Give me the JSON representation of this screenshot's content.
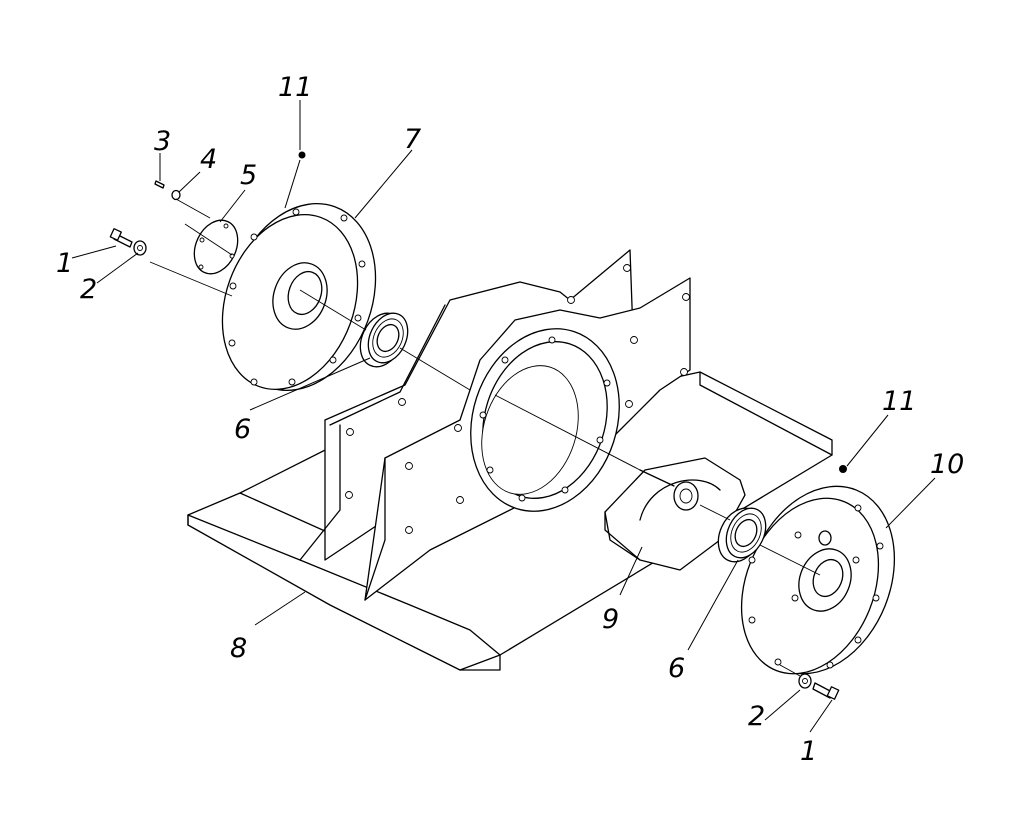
{
  "callouts": {
    "c1a": "1",
    "c2a": "2",
    "c3": "3",
    "c4": "4",
    "c5": "5",
    "c6a": "6",
    "c7": "7",
    "c8": "8",
    "c9": "9",
    "c10": "10",
    "c11a": "11",
    "c11b": "11",
    "c6b": "6",
    "c2b": "2",
    "c1b": "1"
  },
  "colors": {
    "line": "#000000",
    "background": "#ffffff"
  }
}
